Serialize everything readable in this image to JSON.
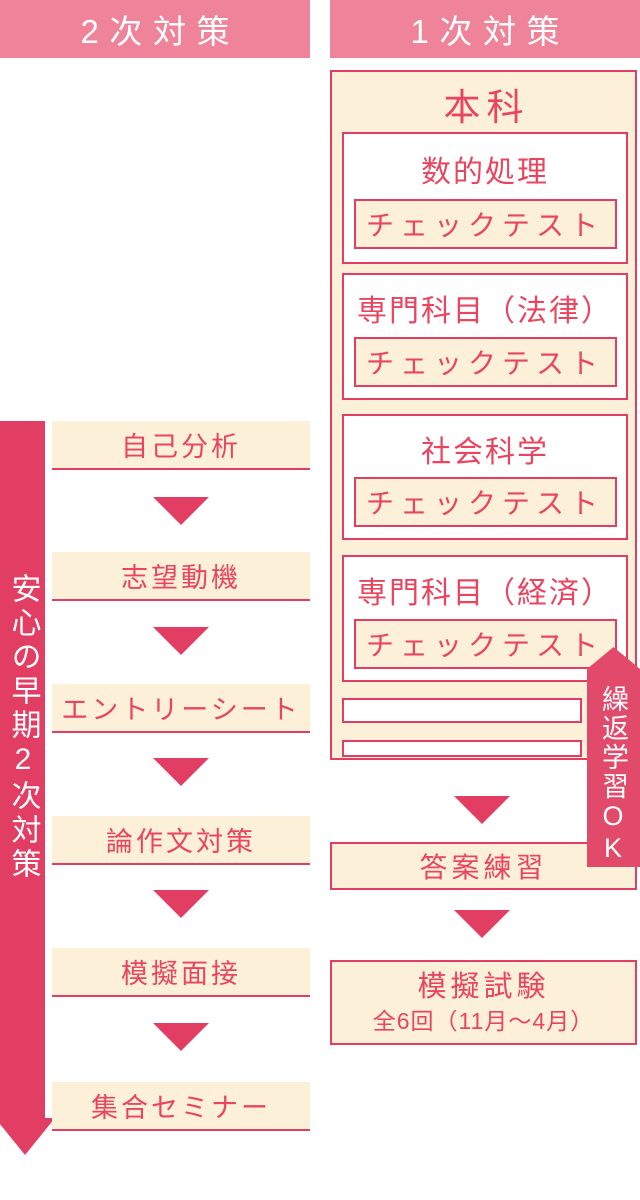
{
  "palette": {
    "header_pink": "#ee8399",
    "accent_red": "#e23d63",
    "ribbon_pink": "#e24a6c",
    "cream": "#fcf0d8",
    "text_red": "#e9455f",
    "white": "#ffffff"
  },
  "left": {
    "header": "2次対策",
    "side_banner": "安心の早期2次対策",
    "steps": [
      "自己分析",
      "志望動機",
      "エントリーシート",
      "論作文対策",
      "模擬面接",
      "集合セミナー"
    ]
  },
  "right": {
    "header": "1次対策",
    "course": {
      "title": "本科",
      "subjects": [
        {
          "name": "数的処理",
          "badge": "チェックテスト"
        },
        {
          "name": "専門科目（法律）",
          "badge": "チェックテスト"
        },
        {
          "name": "社会科学",
          "badge": "チェックテスト"
        },
        {
          "name": "専門科目（経済）",
          "badge": "チェックテスト"
        }
      ]
    },
    "repeat_banner": "繰返学習OK",
    "answer_practice": "答案練習",
    "mock_exam": {
      "title": "模擬試験",
      "detail": "全6回（11月～4月）"
    }
  }
}
